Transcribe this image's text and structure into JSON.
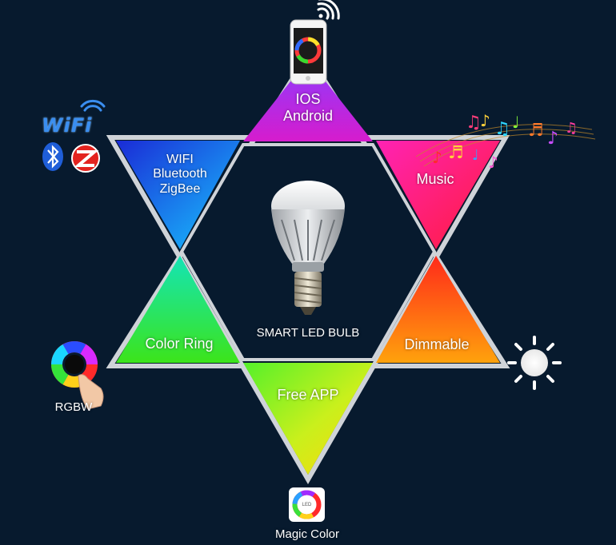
{
  "triangles": {
    "top": {
      "line1": "IOS",
      "line2": "Android"
    },
    "upper_left": {
      "line1": "WIFI",
      "line2": "Bluetooth",
      "line3": "ZigBee"
    },
    "upper_right": {
      "label": "Music"
    },
    "lower_left": {
      "label": "Color Ring"
    },
    "lower_right": {
      "label": "Dimmable"
    },
    "bottom": {
      "label": "Free APP"
    }
  },
  "center": {
    "label": "SMART LED BULB"
  },
  "icons": {
    "wifi_logo": {
      "text": "WiFi",
      "icon": "wifi-logo-icon"
    },
    "bluetooth": {
      "icon": "bluetooth-icon"
    },
    "zigbee": {
      "icon": "zigbee-icon"
    },
    "phone": {
      "icon": "smartphone-icon"
    },
    "music": {
      "icon": "music-notes-icon"
    },
    "color_wheel": {
      "label": "RGBW",
      "icon": "color-wheel-icon"
    },
    "sun": {
      "icon": "sun-icon"
    },
    "app": {
      "label": "Magic Color",
      "icon": "magic-color-app-icon",
      "badge": "LED"
    }
  },
  "colors": {
    "background": "#071a2e",
    "frame": "#cfd3d8"
  }
}
